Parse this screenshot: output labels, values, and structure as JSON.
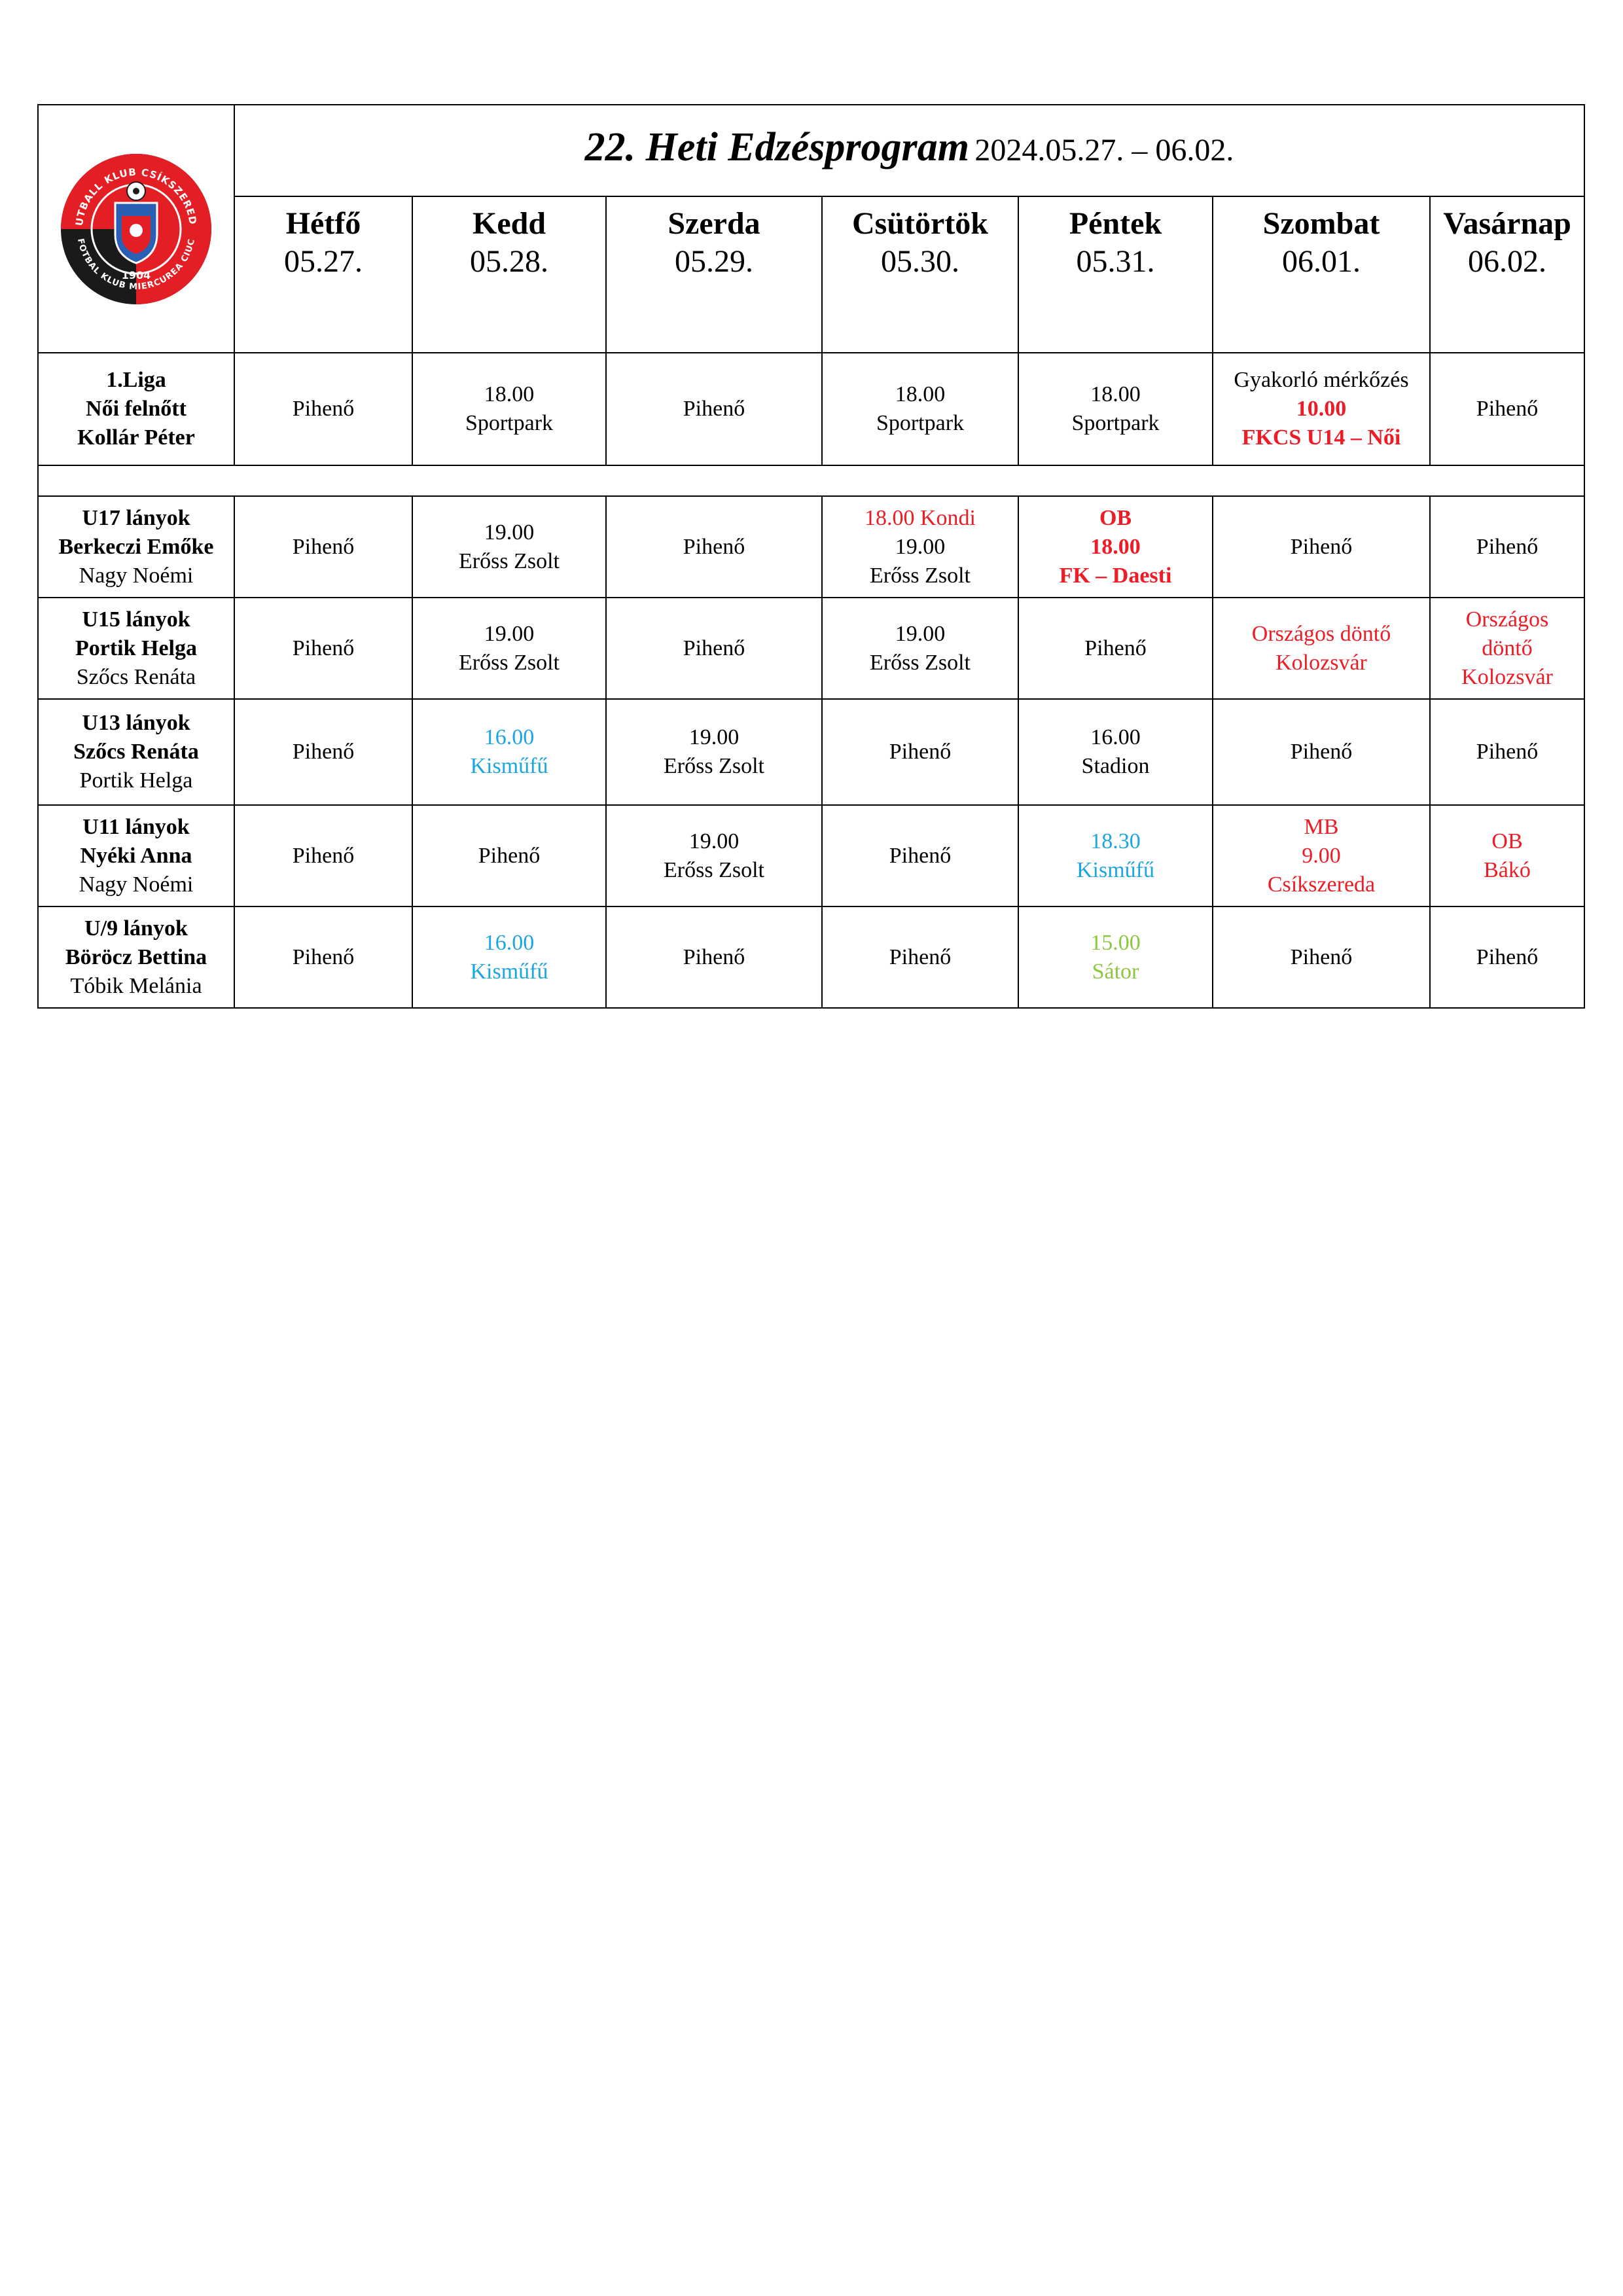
{
  "header": {
    "title": "22. Heti Edzésprogram",
    "date_range": "2024.05.27. – 06.02.",
    "logo": {
      "top_text": "FUTBALL KLUB CSÍKSZEREDA",
      "bottom_text": "FOTBAL KLUB MIERCUREA CIUC",
      "year": "1904",
      "colors": {
        "black": "#1a1a1a",
        "red": "#e31e24",
        "blue": "#2b5fb3"
      }
    }
  },
  "days": [
    {
      "name": "Hétfő",
      "date": "05.27."
    },
    {
      "name": "Kedd",
      "date": "05.28."
    },
    {
      "name": "Szerda",
      "date": "05.29."
    },
    {
      "name": "Csütörtök",
      "date": "05.30."
    },
    {
      "name": "Péntek",
      "date": "05.31."
    },
    {
      "name": "Szombat",
      "date": "06.01."
    },
    {
      "name": "Vasárnap",
      "date": "06.02."
    }
  ],
  "colors": {
    "red": "#ee1c25",
    "blue": "#1ca6e0",
    "green": "#8dc63f"
  },
  "rows": {
    "liga": {
      "team": [
        "1.Liga",
        "Női felnőtt",
        "Kollár Péter"
      ],
      "cells": [
        [
          "Pihenő"
        ],
        [
          "18.00",
          "Sportpark"
        ],
        [
          "Pihenő"
        ],
        [
          "18.00",
          "Sportpark"
        ],
        [
          "18.00",
          "Sportpark"
        ],
        [
          "Gyakorló mérkőzés",
          "10.00",
          "FKCS U14 – Női"
        ],
        [
          "Pihenő"
        ]
      ]
    },
    "u17": {
      "team": [
        "U17 lányok",
        "Berkeczi Emőke",
        "Nagy Noémi"
      ],
      "cells": [
        [
          "Pihenő"
        ],
        [
          "19.00",
          "Erőss Zsolt"
        ],
        [
          "Pihenő"
        ],
        [
          "18.00 Kondi",
          "19.00",
          "Erőss Zsolt"
        ],
        [
          "OB",
          "18.00",
          "FK – Daesti"
        ],
        [
          "Pihenő"
        ],
        [
          "Pihenő"
        ]
      ]
    },
    "u15": {
      "team": [
        "U15 lányok",
        "Portik Helga",
        "Szőcs Renáta"
      ],
      "cells": [
        [
          "Pihenő"
        ],
        [
          "19.00",
          "Erőss Zsolt"
        ],
        [
          "Pihenő"
        ],
        [
          "19.00",
          "Erőss Zsolt"
        ],
        [
          "Pihenő"
        ],
        [
          "Országos döntő",
          "Kolozsvár"
        ],
        [
          "Országos",
          "döntő",
          "Kolozsvár"
        ]
      ]
    },
    "u13": {
      "team": [
        "U13 lányok",
        "Szőcs Renáta",
        "Portik Helga"
      ],
      "cells": [
        [
          "Pihenő"
        ],
        [
          "16.00",
          "Kisműfű"
        ],
        [
          "19.00",
          "Erőss Zsolt"
        ],
        [
          "Pihenő"
        ],
        [
          "16.00",
          "Stadion"
        ],
        [
          "Pihenő"
        ],
        [
          "Pihenő"
        ]
      ]
    },
    "u11": {
      "team": [
        "U11 lányok",
        "Nyéki Anna",
        "Nagy Noémi"
      ],
      "cells": [
        [
          "Pihenő"
        ],
        [
          "Pihenő"
        ],
        [
          "19.00",
          "Erőss Zsolt"
        ],
        [
          "Pihenő"
        ],
        [
          "18.30",
          "Kisműfű"
        ],
        [
          "MB",
          "9.00",
          "Csíkszereda"
        ],
        [
          "OB",
          "Bákó"
        ]
      ]
    },
    "u9": {
      "team": [
        "U/9 lányok",
        "Böröcz Bettina",
        "Tóbik Melánia"
      ],
      "cells": [
        [
          "Pihenő"
        ],
        [
          "16.00",
          "Kisműfű"
        ],
        [
          "Pihenő"
        ],
        [
          "Pihenő"
        ],
        [
          "15.00",
          "Sátor"
        ],
        [
          "Pihenő"
        ],
        [
          "Pihenő"
        ]
      ]
    }
  }
}
